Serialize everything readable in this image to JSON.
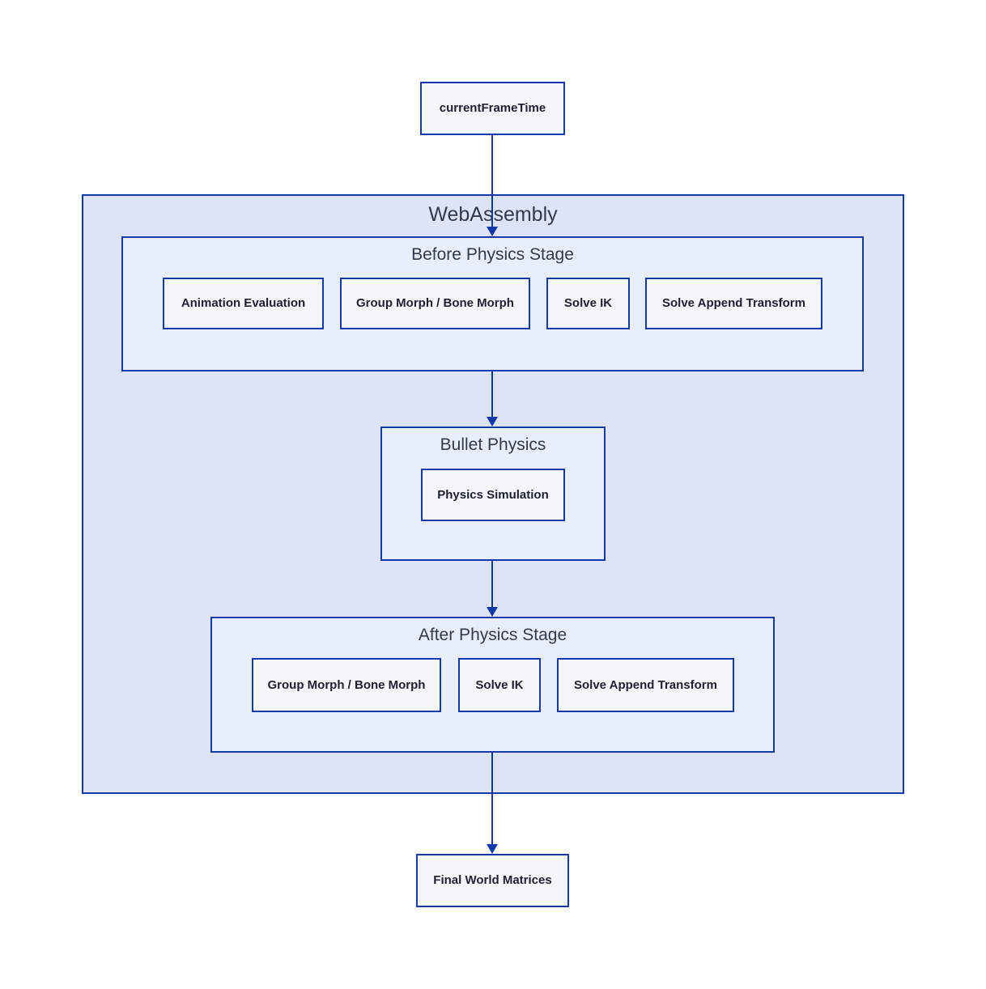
{
  "colors": {
    "accent": "#1139aa",
    "container_bg": "#dde4f7",
    "stage_bg": "#e9eefb",
    "leaf_bg": "#f4f6fc",
    "text_dark": "#1c2030",
    "title_color": "#333a4a",
    "page_bg": "#ffffff"
  },
  "nodes": {
    "current_frame_time": "currentFrameTime",
    "webassembly_title": "WebAssembly",
    "before_stage": {
      "title": "Before Physics Stage",
      "items": [
        "Animation Evaluation",
        "Group Morph / Bone Morph",
        "Solve IK",
        "Solve Append Transform"
      ]
    },
    "bullet": {
      "title": "Bullet Physics",
      "items": [
        "Physics Simulation"
      ]
    },
    "after_stage": {
      "title": "After Physics Stage",
      "items": [
        "Group Morph / Bone Morph",
        "Solve IK",
        "Solve Append Transform"
      ]
    },
    "final_world_matrices": "Final World Matrices"
  }
}
